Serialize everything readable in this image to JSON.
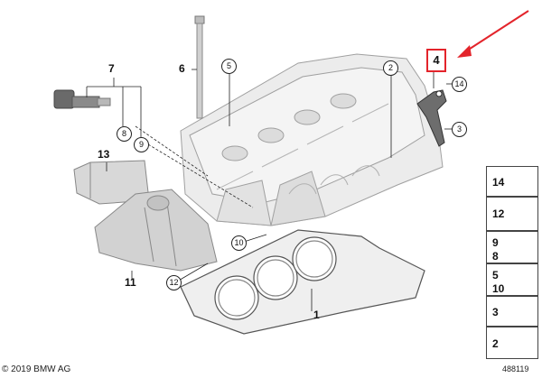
{
  "callouts": {
    "n1": "1",
    "n2": "2",
    "n3": "3",
    "n4": "4",
    "n5": "5",
    "n6": "6",
    "n7": "7",
    "n8": "8",
    "n9": "9",
    "n10": "10",
    "n11": "11",
    "n12": "12",
    "n13": "13",
    "n14": "14"
  },
  "legend": {
    "row1": "14",
    "row2": "12",
    "row3a": "9",
    "row3b": "8",
    "row4a": "5",
    "row4b": "10",
    "row5": "3",
    "row6": "2"
  },
  "footer": {
    "copyright": "© 2019 BMW AG",
    "diagram_id": "488119"
  },
  "colors": {
    "highlight": "#e3242b",
    "part_fill": "#e9e9e9",
    "part_stroke": "#9a9a9a"
  }
}
